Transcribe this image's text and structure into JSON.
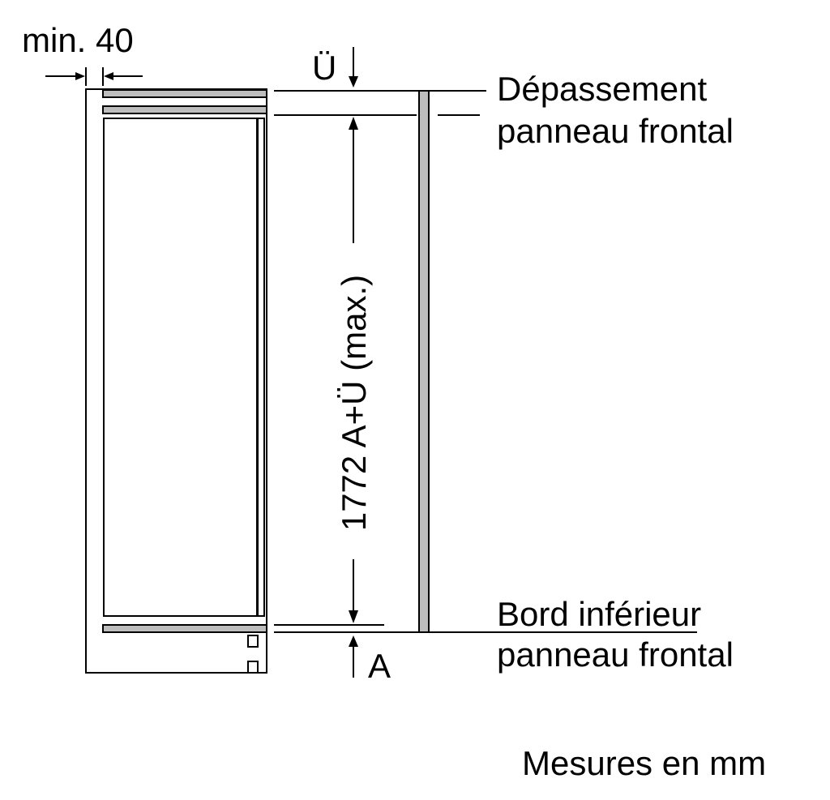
{
  "labels": {
    "min_gap": "min. 40",
    "overhang_symbol": "Ü",
    "overhang_title_line1": "Dépassement",
    "overhang_title_line2": "panneau frontal",
    "height_dimension": "1772 A+Ü (max.)",
    "bottom_symbol": "A",
    "bottom_title_line1": "Bord inférieur",
    "bottom_title_line2": "panneau frontal",
    "units_note": "Mesures en mm"
  },
  "colors": {
    "line": "#000000",
    "panel_fill": "#bdbdbd",
    "background": "#ffffff"
  }
}
